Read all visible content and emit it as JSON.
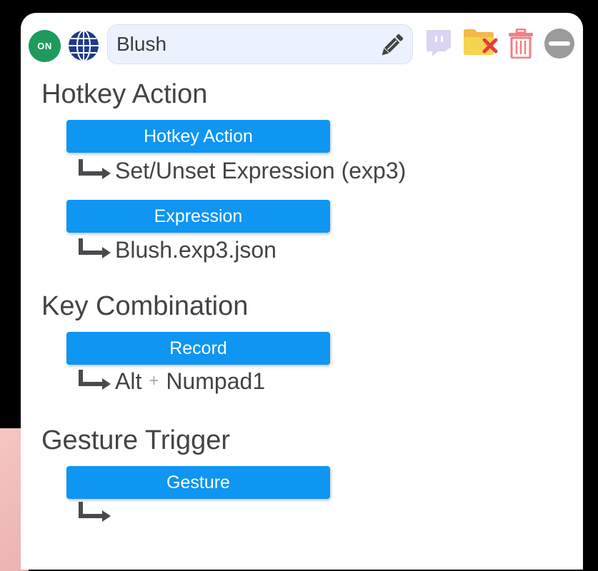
{
  "header": {
    "status_badge": "ON",
    "name_value": "Blush",
    "name_placeholder": "",
    "icons": [
      "on-toggle-icon",
      "globe-icon",
      "pencil-icon",
      "twitch-icon",
      "folder-remove-icon",
      "trash-icon",
      "remove-circle-icon"
    ]
  },
  "sections": {
    "hotkey_action": {
      "title": "Hotkey Action",
      "action_button": "Hotkey Action",
      "action_value": "Set/Unset Expression (exp3)",
      "expression_button": "Expression",
      "expression_value": "Blush.exp3.json"
    },
    "key_combination": {
      "title": "Key Combination",
      "record_button": "Record",
      "key1": "Alt",
      "separator": "+",
      "key2": "Numpad1"
    },
    "gesture_trigger": {
      "title": "Gesture Trigger",
      "gesture_button": "Gesture",
      "gesture_value": ""
    }
  },
  "colors": {
    "on_green": "#1f9a5c",
    "button_blue": "#0f95f2",
    "globe_navy": "#1e3a8a",
    "twitch_lavender": "#ddd3f3",
    "folder_yellow": "#f6d44e",
    "delete_red": "#f08080",
    "minus_gray": "#9b9b9d"
  }
}
